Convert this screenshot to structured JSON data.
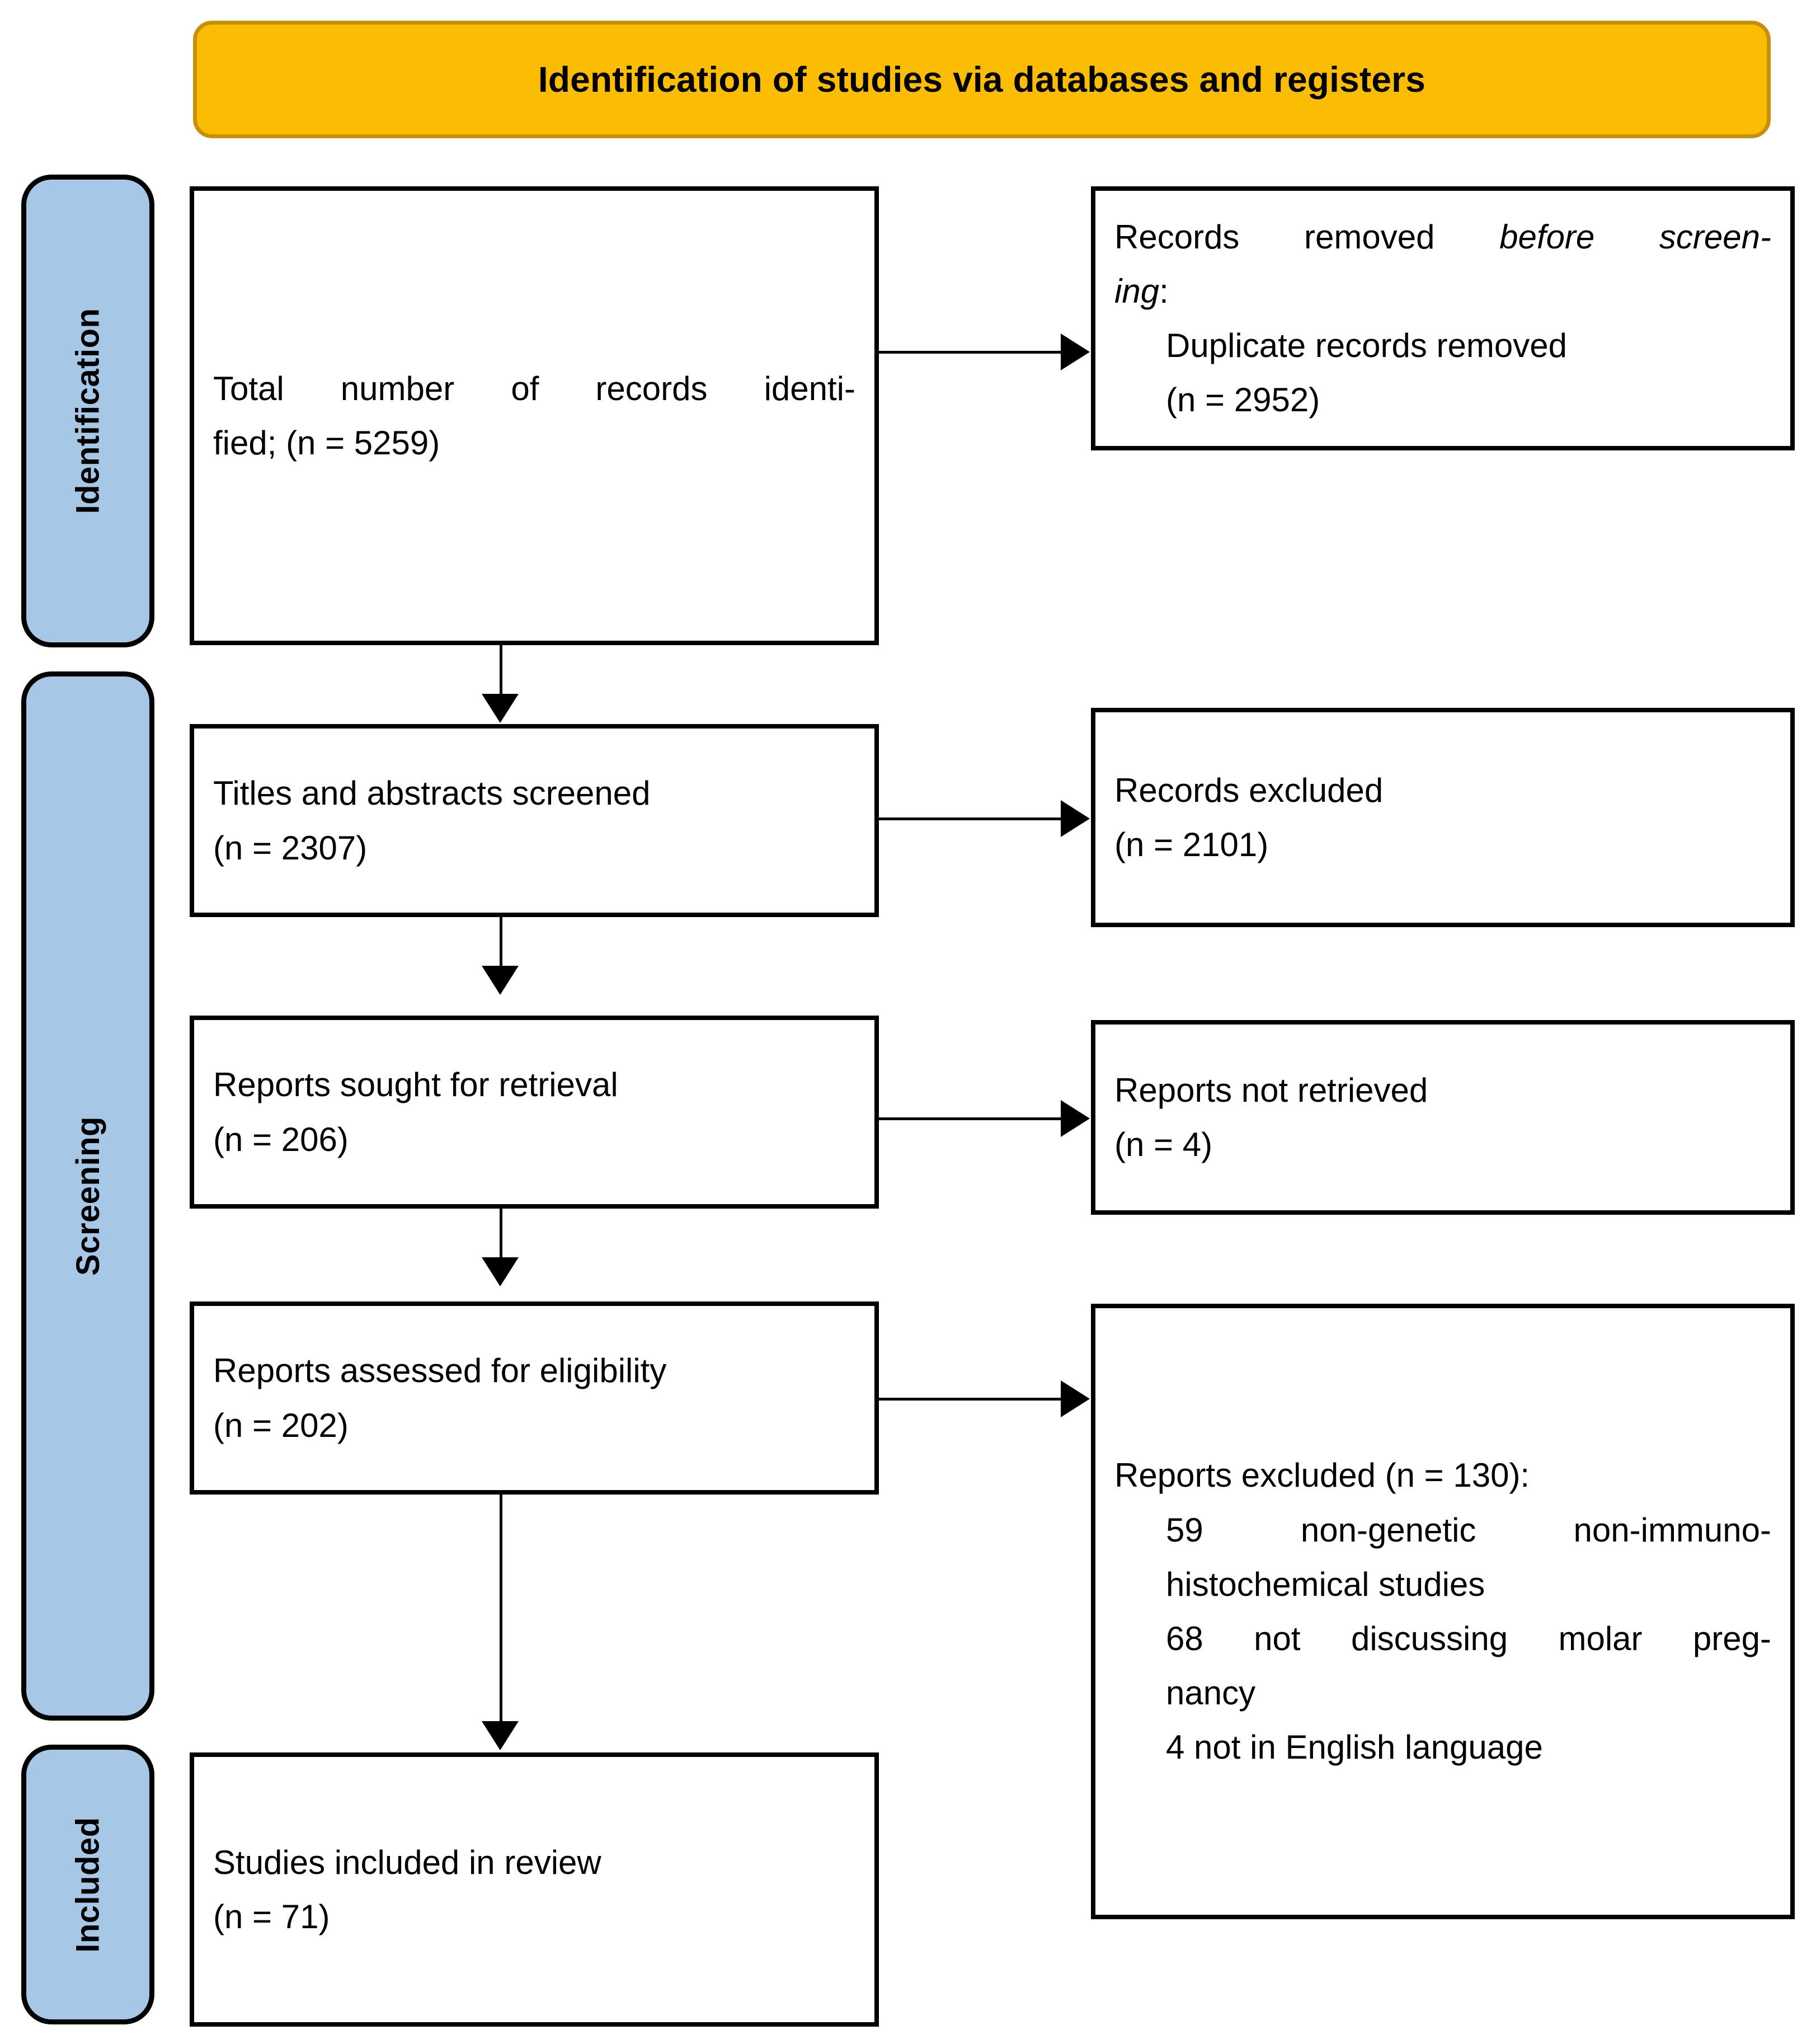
{
  "diagram": {
    "type": "prisma-flow-diagram",
    "banner": {
      "title": "Identification of studies via databases and registers",
      "fill_color": "#FBBC04",
      "border_color": "#C8900A"
    },
    "stages": [
      {
        "id": "identification",
        "label": "Identification",
        "fill_color": "#A7C7E7"
      },
      {
        "id": "screening",
        "label": "Screening",
        "fill_color": "#A7C7E7"
      },
      {
        "id": "included",
        "label": "Included",
        "fill_color": "#A7C7E7"
      }
    ],
    "boxes": {
      "identified": {
        "line1": "Total number of records identi-",
        "line2": "fied; (n = 5259)",
        "n": 5259
      },
      "removed": {
        "line1_prefix": "Records removed ",
        "line1_italic": "before screen-",
        "line2_italic": "ing",
        "line2_suffix": ":",
        "line3": "Duplicate records removed",
        "line4": "(n = 2952)",
        "n": 2952
      },
      "screened": {
        "line1": "Titles and abstracts screened",
        "line2": "(n = 2307)",
        "n": 2307
      },
      "records_excluded": {
        "line1": "Records excluded",
        "line2": "(n = 2101)",
        "n": 2101
      },
      "sought": {
        "line1": "Reports sought for retrieval",
        "line2": "(n = 206)",
        "n": 206
      },
      "not_retrieved": {
        "line1": "Reports not retrieved",
        "line2": "(n = 4)",
        "n": 4
      },
      "assessed": {
        "line1": "Reports assessed for eligibility",
        "line2": "(n = 202)",
        "n": 202
      },
      "reports_excluded": {
        "line1": "Reports excluded (n = 130):",
        "line2": "59 non-genetic non-immuno-",
        "line3": "histochemical studies",
        "line4": "68 not discussing molar preg-",
        "line5": "nancy",
        "line6": "4 not in English language",
        "n": 130,
        "reasons": [
          {
            "count": 59,
            "reason": "non-genetic non-immunohistochemical studies"
          },
          {
            "count": 68,
            "reason": "not discussing molar pregnancy"
          },
          {
            "count": 4,
            "reason": "not in English language"
          }
        ]
      },
      "studies_included": {
        "line1": "Studies included in review",
        "line2": "(n = 71)",
        "n": 71
      }
    }
  }
}
